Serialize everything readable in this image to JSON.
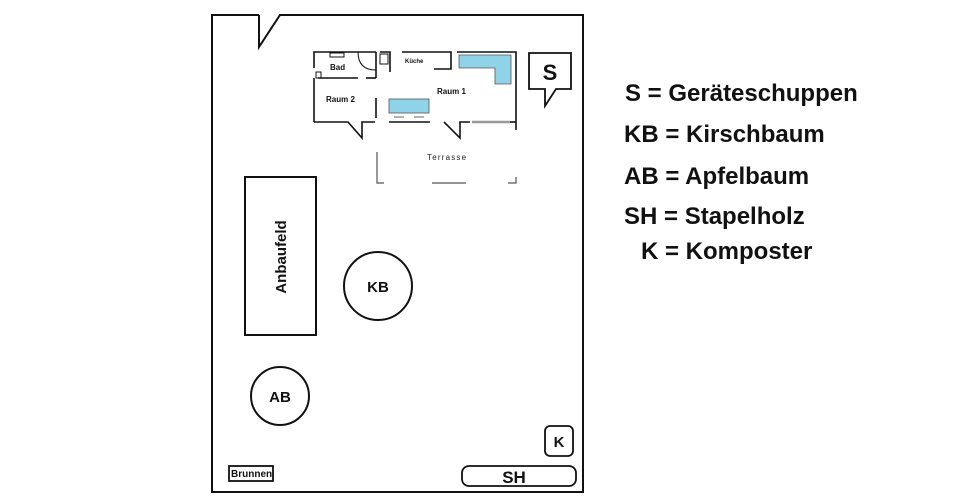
{
  "diagram": {
    "type": "garden-site-plan",
    "colors": {
      "line": "#111111",
      "furniture": "#8fd3e8",
      "window_bar": "#999999",
      "background": "#ffffff"
    },
    "house": {
      "rooms": {
        "bad": "Bad",
        "kueche": "Küche",
        "raum1": "Raum 1",
        "raum2": "Raum 2"
      },
      "terrace": "Terrasse"
    },
    "features": {
      "shed": "S",
      "anbaufeld": "Anbaufeld",
      "kirschbaum": "KB",
      "apfelbaum": "AB",
      "brunnen": "Brunnen",
      "komposter": "K",
      "stapelholz": "SH"
    },
    "legend": [
      {
        "key": "S",
        "label": "S = Geräteschuppen"
      },
      {
        "key": "KB",
        "label": "KB = Kirschbaum"
      },
      {
        "key": "AB",
        "label": "AB = Apfelbaum"
      },
      {
        "key": "SH",
        "label": "SH = Stapelholz"
      },
      {
        "key": "K",
        "label": "K = Komposter"
      }
    ]
  }
}
